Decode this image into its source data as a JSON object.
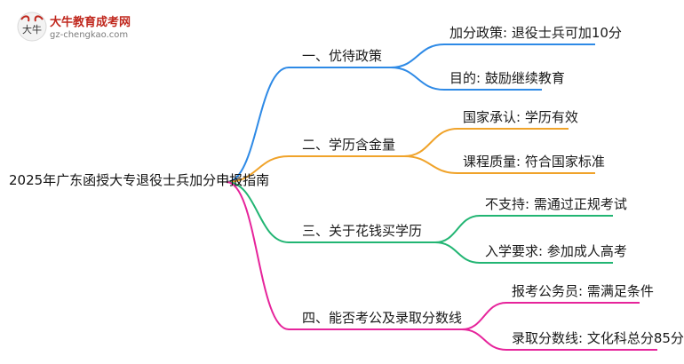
{
  "logo": {
    "title": "大牛教育成考网",
    "url": "gz-chengkao.com",
    "mark": "大牛"
  },
  "root": "2025年广东函授大专退役士兵加分申报指南",
  "colors": {
    "blue": "#2e8ae6",
    "orange": "#f0a32a",
    "green": "#22b573",
    "magenta": "#e6249b"
  },
  "branches": [
    {
      "label": "一、优待政策",
      "color": "blue",
      "children": [
        "加分政策: 退役士兵可加10分",
        "目的: 鼓励继续教育"
      ]
    },
    {
      "label": "二、学历含金量",
      "color": "orange",
      "children": [
        "国家承认: 学历有效",
        "课程质量: 符合国家标准"
      ]
    },
    {
      "label": "三、关于花钱买学历",
      "color": "green",
      "children": [
        "不支持: 需通过正规考试",
        "入学要求: 参加成人高考"
      ]
    },
    {
      "label": "四、能否考公及录取分数线",
      "color": "magenta",
      "children": [
        "报考公务员: 需满足条件",
        "录取分数线: 文化科总分85分"
      ]
    }
  ]
}
